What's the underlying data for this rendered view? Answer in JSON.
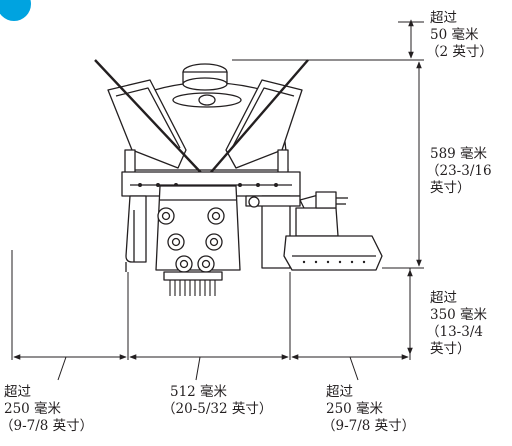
{
  "colors": {
    "accent": "#00a3e0",
    "ink": "#231f20"
  },
  "dimensions": {
    "top_clearance": {
      "line1": "超过",
      "line2": "50 毫米",
      "line3": "（2 英寸）"
    },
    "height": {
      "line1": "589 毫米",
      "line2": "（23-3/16",
      "line3": "英寸）"
    },
    "bottom_clearance": {
      "line1": "超过",
      "line2": "350 毫米",
      "line3": "（13-3/4",
      "line4": "英寸）"
    },
    "left_clearance": {
      "line1": "超过",
      "line2": "250 毫米",
      "line3": "（9-7/8 英寸）"
    },
    "width": {
      "line1": "512 毫米",
      "line2": "（20-5/32 英寸）"
    },
    "right_clearance": {
      "line1": "超过",
      "line2": "250 毫米",
      "line3": "（9-7/8 英寸）"
    }
  }
}
